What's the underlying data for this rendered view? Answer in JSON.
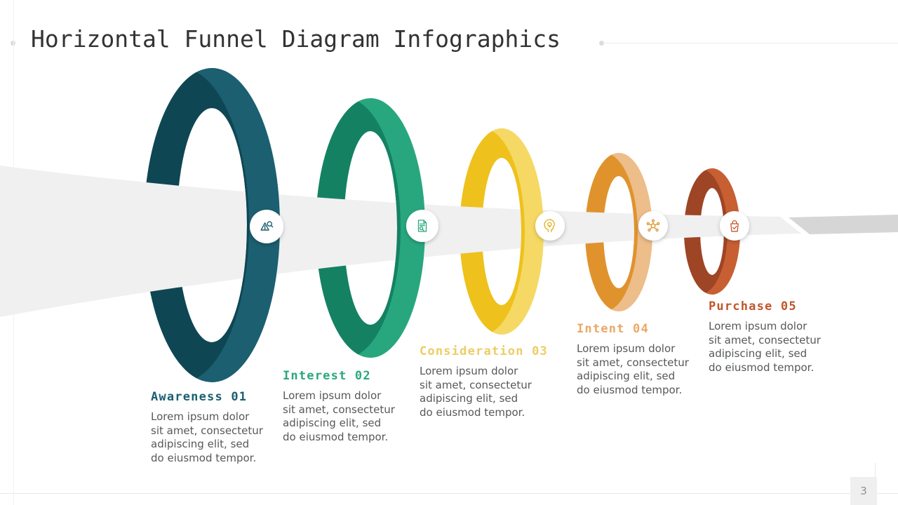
{
  "slide": {
    "title": "Horizontal Funnel Diagram Infographics",
    "page_number": "3"
  },
  "stages": [
    {
      "label": "Awareness 01",
      "description": "Lorem ipsum dolor sit amet, consectetur adipiscing elit, sed do eiusmod tempor.",
      "heading_color": "#1a5f70",
      "tone_left": "#0f4654",
      "tone_right": "#1b5f71",
      "icon": "alert-search-icon",
      "icon_color": "#1a5f70"
    },
    {
      "label": "Interest 02",
      "description": "Lorem ipsum dolor sit amet, consectetur adipiscing elit, sed do eiusmod tempor.",
      "heading_color": "#2aa87e",
      "tone_left": "#158163",
      "tone_right": "#28a77e",
      "icon": "document-analysis-icon",
      "icon_color": "#2aa87e"
    },
    {
      "label": "Consideration 03",
      "description": "Lorem ipsum dolor sit amet, consectetur adipiscing elit, sed do eiusmod tempor.",
      "heading_color": "#edcd64",
      "tone_left": "#eec11c",
      "tone_right": "#f5d964",
      "icon": "head-idea-icon",
      "icon_color": "#dfb11c"
    },
    {
      "label": "Intent 04",
      "description": "Lorem ipsum dolor sit amet, consectetur adipiscing elit, sed do eiusmod tempor.",
      "heading_color": "#e9a966",
      "tone_left": "#e0932d",
      "tone_right": "#edbd8a",
      "icon": "network-nodes-icon",
      "icon_color": "#e0932d"
    },
    {
      "label": "Purchase 05",
      "description": "Lorem ipsum dolor sit amet, consectetur adipiscing elit, sed do eiusmod tempor.",
      "heading_color": "#c2552b",
      "tone_left": "#9e4526",
      "tone_right": "#c75f33",
      "icon": "shopping-bag-check-icon",
      "icon_color": "#c2552b"
    }
  ],
  "diagram": {
    "beam_color": "#f0f0f1",
    "arrow_band_color": "#d6d6d7",
    "badge_color": "#ffffff"
  }
}
